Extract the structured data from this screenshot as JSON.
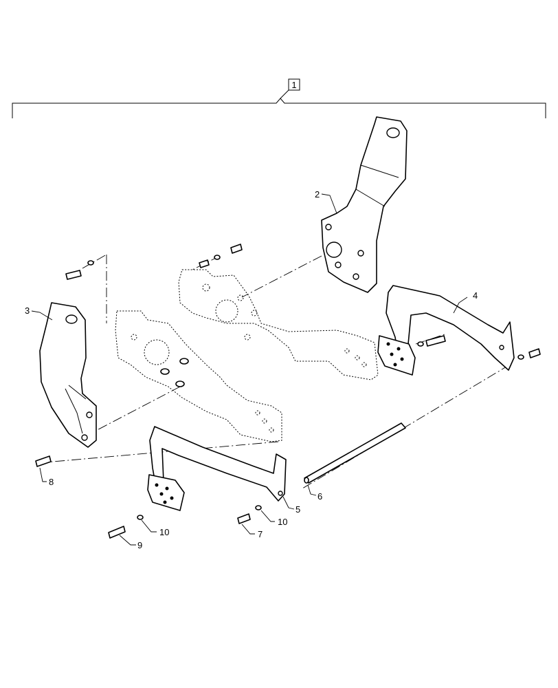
{
  "assembly": {
    "label": "1"
  },
  "callouts": {
    "c2": "2",
    "c3": "3",
    "c4": "4",
    "c5": "5",
    "c6": "6",
    "c7": "7",
    "c8": "8",
    "c9": "9",
    "c10a": "10",
    "c10b": "10"
  }
}
